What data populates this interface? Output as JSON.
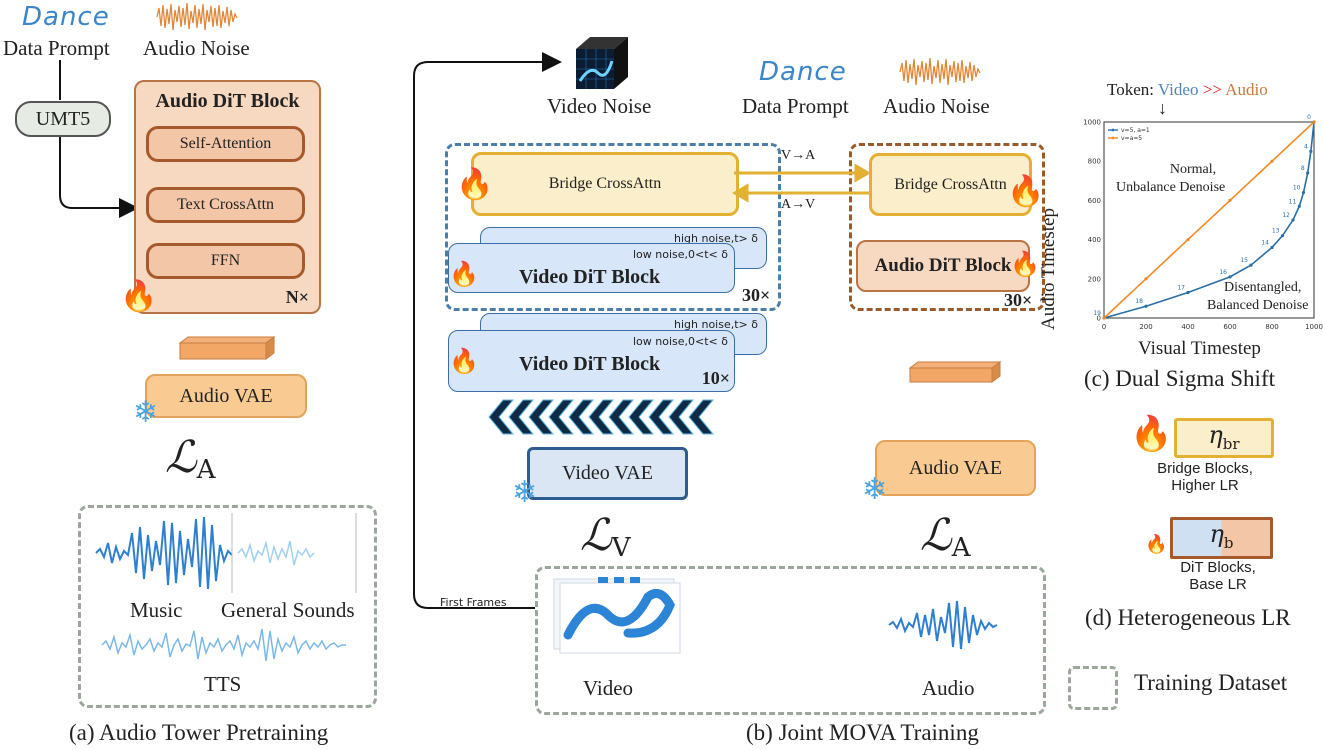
{
  "a": {
    "dance": "Dance",
    "data_prompt": "Data Prompt",
    "audio_noise": "Audio Noise",
    "umt5": "UMT5",
    "block_title": "Audio DiT Block",
    "self_attn": "Self-Attention",
    "text_cross": "Text CrossAttn",
    "ffn": "FFN",
    "repeat": "N×",
    "vae": "Audio VAE",
    "loss": "ℒ",
    "loss_sub": "A",
    "music": "Music",
    "general": "General Sounds",
    "tts": "TTS",
    "caption": "(a) Audio Tower Pretraining"
  },
  "b": {
    "video_noise": "Video Noise",
    "dance": "Dance",
    "data_prompt": "Data Prompt",
    "audio_noise": "Audio Noise",
    "bridge_left": "Bridge CrossAttn",
    "bridge_right": "Bridge CrossAttn",
    "v_to_a": "V→A",
    "a_to_v": "A→V",
    "high_noise": "high noise,t> δ",
    "low_noise": "low noise,0<t< δ",
    "video_block": "Video DiT Block",
    "repeat_30_left": "30×",
    "repeat_10": "10×",
    "audio_block": "Audio DiT Block",
    "repeat_30_right": "30×",
    "video_vae": "Video VAE",
    "audio_vae": "Audio VAE",
    "loss": "ℒ",
    "loss_v_sub": "V",
    "loss_a_sub": "A",
    "first_frames": "First Frames",
    "video": "Video",
    "audio": "Audio",
    "caption": "(b) Joint MOVA Training"
  },
  "c": {
    "token_prefix": "Token: ",
    "token_video": "Video",
    "token_sep": " >> ",
    "token_audio": "Audio",
    "arrow": "↓",
    "ylabel": "Audio Timestep",
    "xlabel": "Visual Timestep",
    "normal": "Normal,",
    "unbalance": "Unbalance Denoise",
    "disentangled": "Disentangled,",
    "balanced": "Balanced Denoise",
    "caption": "(c) Dual Sigma Shift"
  },
  "d": {
    "eta_br": "η",
    "eta_br_sub": "br",
    "bridge_line1": "Bridge Blocks,",
    "bridge_line2": "Higher LR",
    "eta_b": "η",
    "eta_b_sub": "b",
    "dit_line1": "DiT Blocks,",
    "dit_line2": "Base LR",
    "caption": "(d) Heterogeneous LR"
  },
  "legend": {
    "training_dataset": "Training Dataset"
  },
  "colors": {
    "audio_orange": "#f39c4a",
    "video_blue": "#2e5c8e",
    "bridge_yellow": "#e2b032",
    "dataset_gray": "#9aa79a",
    "red_sep": "#e02020"
  },
  "chart_data": {
    "type": "line",
    "xlabel": "Visual Timestep",
    "ylabel": "Audio Timestep",
    "xlim": [
      0,
      1000
    ],
    "ylim": [
      0,
      1000
    ],
    "xticks": [
      "0",
      "200",
      "400",
      "600",
      "800",
      "1000"
    ],
    "yticks": [
      "0",
      "200",
      "400",
      "600",
      "800",
      "1000"
    ],
    "grid": true,
    "legend_position": "top-left",
    "series": [
      {
        "name": "v=5, a=1",
        "color": "#2b6fa8",
        "x": [
          0,
          200,
          400,
          600,
          700,
          800,
          850,
          900,
          930,
          950,
          970,
          985,
          1000
        ],
        "y": [
          0,
          60,
          130,
          210,
          270,
          360,
          420,
          500,
          570,
          640,
          740,
          850,
          1000
        ],
        "point_labels": [
          "19",
          "18",
          "17",
          "16",
          "15",
          "14",
          "13",
          "12",
          "11",
          "10",
          "8",
          "4",
          "0"
        ]
      },
      {
        "name": "v=a=5",
        "color": "#f08a24",
        "x": [
          0,
          200,
          400,
          600,
          800,
          1000
        ],
        "y": [
          0,
          200,
          400,
          600,
          800,
          1000
        ]
      }
    ]
  }
}
